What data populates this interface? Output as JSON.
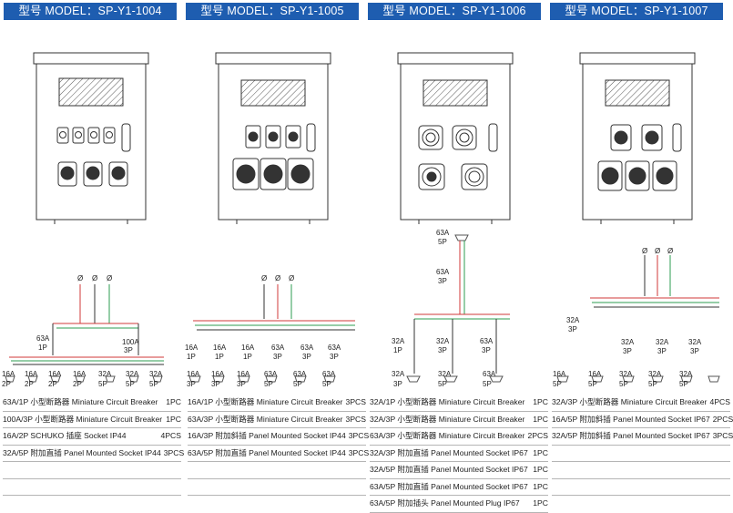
{
  "models": [
    {
      "header": "型号 MODEL：SP-Y1-1004",
      "schematic": {
        "phase_symbols": [
          "Ø",
          "Ø",
          "Ø"
        ],
        "labels": [
          "63A",
          "1P",
          "100A",
          "3P",
          "16A",
          "2P",
          "16A",
          "2P",
          "16A",
          "2P",
          "16A",
          "2P",
          "32A",
          "5P",
          "32A",
          "5P",
          "32A",
          "5P"
        ]
      },
      "rows": [
        {
          "desc": "63A/1P 小型断路器 Miniature Circuit Breaker",
          "qty": "1PC"
        },
        {
          "desc": "100A/3P 小型断路器 Miniature Circuit Breaker",
          "qty": "1PC"
        },
        {
          "desc": "16A/2P  SCHUKO 插座 Socket   IP44",
          "qty": "4PCS"
        },
        {
          "desc": "32A/5P 附加直插 Panel Mounted Socket IP44",
          "qty": "3PCS"
        },
        {
          "desc": "",
          "qty": ""
        },
        {
          "desc": "",
          "qty": ""
        }
      ]
    },
    {
      "header": "型号 MODEL：SP-Y1-1005",
      "schematic": {
        "phase_symbols": [
          "Ø",
          "Ø",
          "Ø"
        ],
        "labels": [
          "16A",
          "1P",
          "16A",
          "1P",
          "16A",
          "1P",
          "63A",
          "3P",
          "63A",
          "3P",
          "63A",
          "3P",
          "16A",
          "3P",
          "16A",
          "3P",
          "16A",
          "3P",
          "63A",
          "5P",
          "63A",
          "5P",
          "63A",
          "5P"
        ]
      },
      "rows": [
        {
          "desc": "16A/1P 小型断路器 Miniature Circuit Breaker",
          "qty": "3PCS"
        },
        {
          "desc": "63A/3P 小型断路器 Miniature Circuit Breaker",
          "qty": "3PCS"
        },
        {
          "desc": "16A/3P 附加斜插 Panel Mounted Socket IP44",
          "qty": "3PCS"
        },
        {
          "desc": "63A/5P 附加直插 Panel Mounted Socket IP44",
          "qty": "3PCS"
        },
        {
          "desc": "",
          "qty": ""
        },
        {
          "desc": "",
          "qty": ""
        }
      ]
    },
    {
      "header": "型号 MODEL：SP-Y1-1006",
      "schematic": {
        "phase_symbols": [],
        "labels": [
          "63A",
          "5P",
          "63A",
          "3P",
          "32A",
          "1P",
          "32A",
          "3P",
          "63A",
          "3P",
          "32A",
          "3P",
          "32A",
          "5P",
          "63A",
          "5P"
        ]
      },
      "rows": [
        {
          "desc": "32A/1P 小型断路器 Miniature Circuit Breaker",
          "qty": "1PC"
        },
        {
          "desc": "32A/3P 小型断路器 Miniature Circuit Breaker",
          "qty": "1PC"
        },
        {
          "desc": "63A/3P 小型断路器 Miniature Circuit Breaker",
          "qty": "2PCS"
        },
        {
          "desc": "32A/3P 附加直插 Panel Mounted Socket IP67",
          "qty": "1PC"
        },
        {
          "desc": "32A/5P 附加直插 Panel Mounted Socket IP67",
          "qty": "1PC"
        },
        {
          "desc": "63A/5P 附加直插 Panel Mounted Socket IP67",
          "qty": "1PC"
        },
        {
          "desc": "63A/5P 附加插头 Panel Mounted Plug IP67",
          "qty": "1PC"
        }
      ]
    },
    {
      "header": "型号 MODEL：SP-Y1-1007",
      "schematic": {
        "phase_symbols": [
          "Ø",
          "Ø",
          "Ø"
        ],
        "labels": [
          "32A",
          "3P",
          "32A",
          "3P",
          "32A",
          "3P",
          "32A",
          "3P",
          "16A",
          "5P",
          "16A",
          "5P",
          "32A",
          "5P",
          "32A",
          "5P",
          "32A",
          "5P"
        ]
      },
      "rows": [
        {
          "desc": "32A/3P 小型断路器 Miniature Circuit Breaker",
          "qty": "4PCS"
        },
        {
          "desc": "16A/5P 附加斜插 Panel Mounted Socket IP67",
          "qty": "2PCS"
        },
        {
          "desc": "32A/5P 附加斜插 Panel Mounted Socket IP67",
          "qty": "3PCS"
        },
        {
          "desc": "",
          "qty": ""
        },
        {
          "desc": "",
          "qty": ""
        },
        {
          "desc": "",
          "qty": ""
        }
      ]
    }
  ]
}
